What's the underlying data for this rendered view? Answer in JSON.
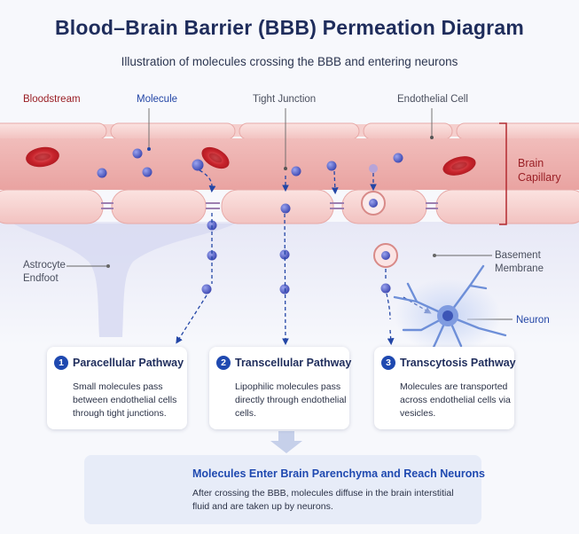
{
  "title": "Blood–Brain Barrier (BBB) Permeation Diagram",
  "subtitle": "Illustration of molecules crossing the BBB and entering neurons",
  "labels": {
    "bloodstream": "Bloodstream",
    "molecule": "Molecule",
    "tight_junction": "Tight Junction",
    "endothelial_cell": "Endothelial Cell",
    "brain_capillary_line1": "Brain",
    "brain_capillary_line2": "Capillary",
    "astrocyte_line1": "Astrocyte",
    "astrocyte_line2": "Endfoot",
    "basement_line1": "Basement",
    "basement_line2": "Membrane",
    "neuron": "Neuron"
  },
  "pathways": [
    {
      "number": "1",
      "title": "Paracellular Pathway",
      "description": "Small molecules pass between endothelial cells through tight junctions."
    },
    {
      "number": "2",
      "title": "Transcellular Pathway",
      "description": "Lipophilic molecules pass directly through endothelial cells."
    },
    {
      "number": "3",
      "title": "Transcytosis Pathway",
      "description": "Molecules are transported across endothelial cells via vesicles."
    }
  ],
  "conclusion": {
    "title": "Molecules Enter Brain Parenchyma and Reach Neurons",
    "description": "After crossing the BBB, molecules diffuse in the brain interstitial fluid and are taken up by neurons."
  },
  "colors": {
    "molecule": "#5360c8",
    "rbc": "#c8242c",
    "endothelium": "#f2c3c1",
    "capillary_lumen": "#ecaaa8",
    "accent_blue": "#1f49b0",
    "label_red": "#9a1f25"
  }
}
